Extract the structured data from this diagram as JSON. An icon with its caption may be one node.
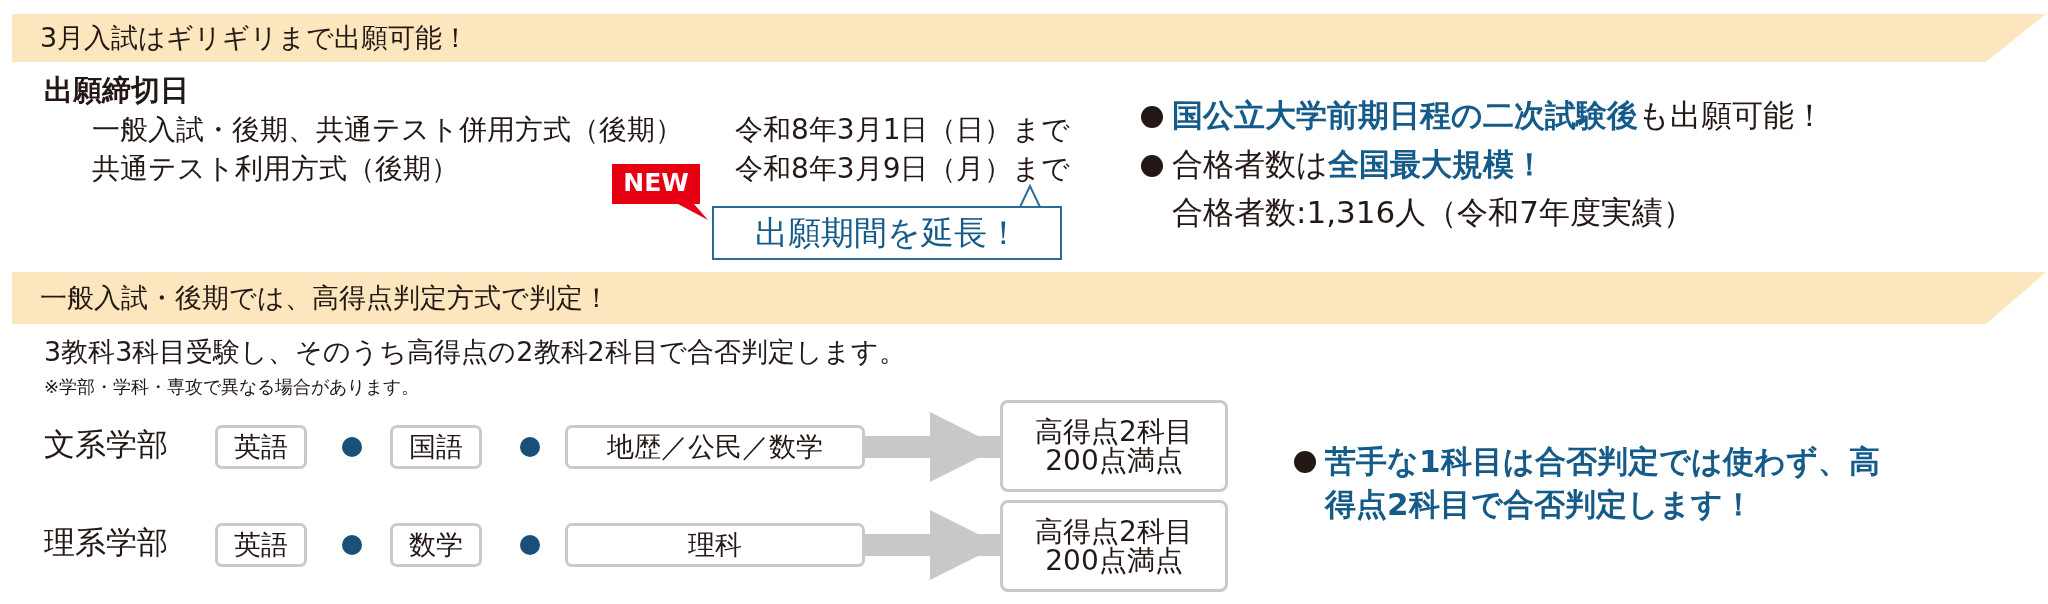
{
  "diagram": {
    "nodes": [
      {
        "text": [
          "3月入試はギリギリまで出願可能！"
        ]
      },
      {
        "text": [
          "NEW"
        ]
      },
      {
        "text": [
          "出願期間を延長！"
        ]
      },
      {
        "text": [
          "一般入試・後期では、高得点判定方式で判定！"
        ]
      },
      {
        "text": [
          "英語"
        ]
      },
      {
        "text": [
          "国語"
        ]
      },
      {
        "text": [
          "地歴／公民／数学"
        ]
      },
      {
        "text": [
          "高得点2科目 200点満点"
        ]
      },
      {
        "text": [
          "英語"
        ]
      },
      {
        "text": [
          "数学"
        ]
      },
      {
        "text": [
          "理科"
        ]
      },
      {
        "text": [
          "高得点2科目 200点満点"
        ]
      }
    ],
    "edges": [
      {
        "from": 6,
        "to": 7,
        "arrow": "to"
      },
      {
        "from": 10,
        "to": 11,
        "arrow": "to"
      }
    ],
    "labels": [
      "出願締切日",
      "一般入試・後期、共通テスト併用方式（後期）",
      "令和8年3月1日（日）まで",
      "共通テスト利用方式（後期）",
      "令和8年3月9日（月）まで",
      "**国公立大学前期日程の二次試験後**も出願可能！",
      "合格者数は**全国最大規模！**",
      "合格者数:1,316人（令和7年度実績）",
      "3教科3科目受験し、そのうち高得点の2教科2科目で合否判定します。",
      "※学部・学科・専攻で異なる場合があります。",
      "文系学部",
      "理系学部",
      "苦手な1科目は合否判定では使わず、高得点2科目で合否判定します！"
    ]
  }
}
